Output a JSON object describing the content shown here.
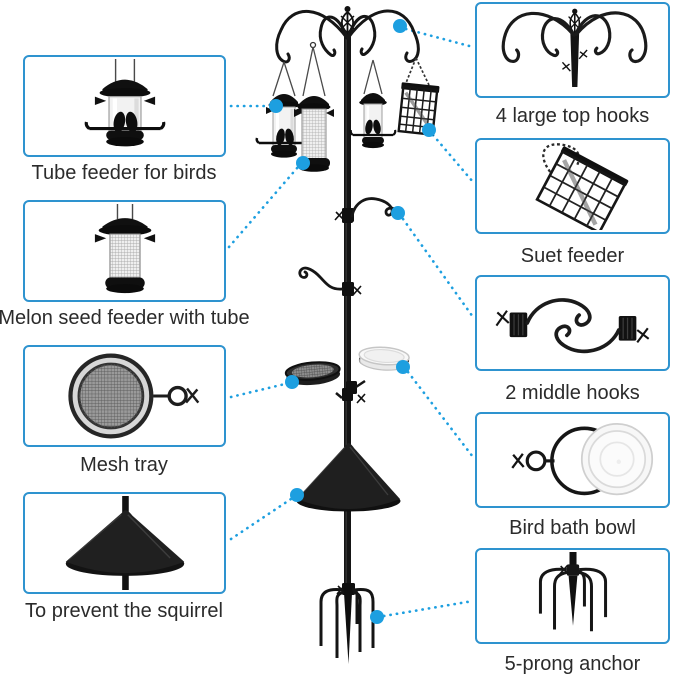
{
  "colors": {
    "accent_blue": "#1d9fe0",
    "box_border_blue": "#2e93cf",
    "label_text": "#2b2b2b"
  },
  "callouts": {
    "left": [
      {
        "label": "Tube feeder for birds",
        "icon": "tube-feeder-icon"
      },
      {
        "label": "Melon seed feeder with tube",
        "icon": "mesh-tube-feeder-icon"
      },
      {
        "label": "Mesh tray",
        "icon": "mesh-tray-icon"
      },
      {
        "label": "To prevent the squirrel",
        "icon": "squirrel-baffle-cone-icon"
      }
    ],
    "right": [
      {
        "label": "4 large top hooks",
        "icon": "four-top-hooks-icon"
      },
      {
        "label": "Suet feeder",
        "icon": "suet-cage-icon"
      },
      {
        "label": "2 middle hooks",
        "icon": "two-middle-hooks-icon"
      },
      {
        "label": "Bird bath bowl",
        "icon": "bird-bath-bowl-icon"
      },
      {
        "label": "5-prong anchor",
        "icon": "five-prong-anchor-icon"
      }
    ]
  }
}
